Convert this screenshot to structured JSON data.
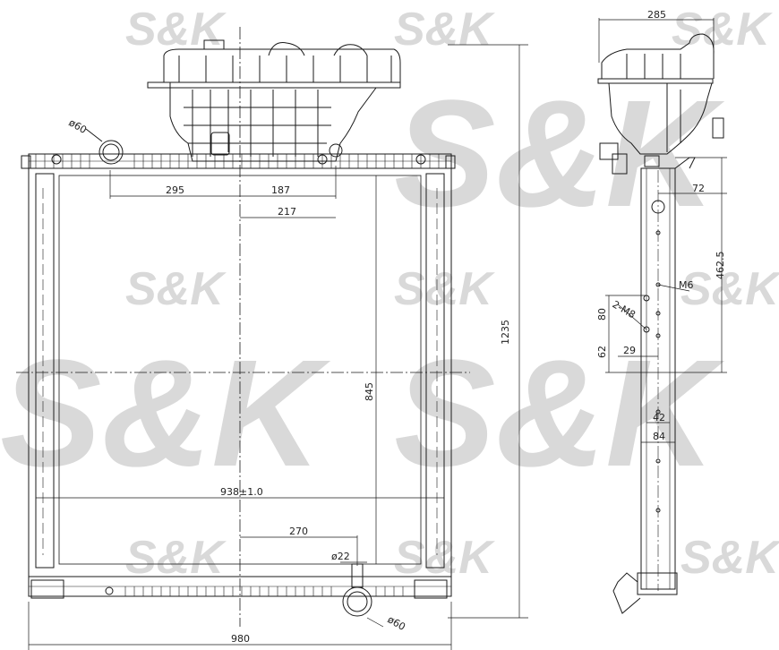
{
  "watermark": {
    "text": "S&K",
    "big": "S&K"
  },
  "front_view": {
    "width_overall": "980",
    "height_overall": "1235",
    "core_width": "938±1.0",
    "core_height": "845",
    "top_offset_left": "295",
    "top_offset_right": "187",
    "top_offset_center": "217",
    "bottom_offset": "270",
    "bottom_port": "ø22",
    "inlet_dia_top": "ø60",
    "outlet_dia_bottom": "ø60"
  },
  "side_view": {
    "depth_tank": "285",
    "bracket_offset": "72",
    "mount_height": "462.5",
    "bolt_m6": "M6",
    "bolt_m8": "2-M8",
    "spacing_80": "80",
    "spacing_62": "62",
    "spacing_29": "29",
    "spacing_42": "42",
    "spacing_84": "84"
  },
  "colors": {
    "line": "#1a1a1a",
    "watermark": "#d9d9d9"
  }
}
